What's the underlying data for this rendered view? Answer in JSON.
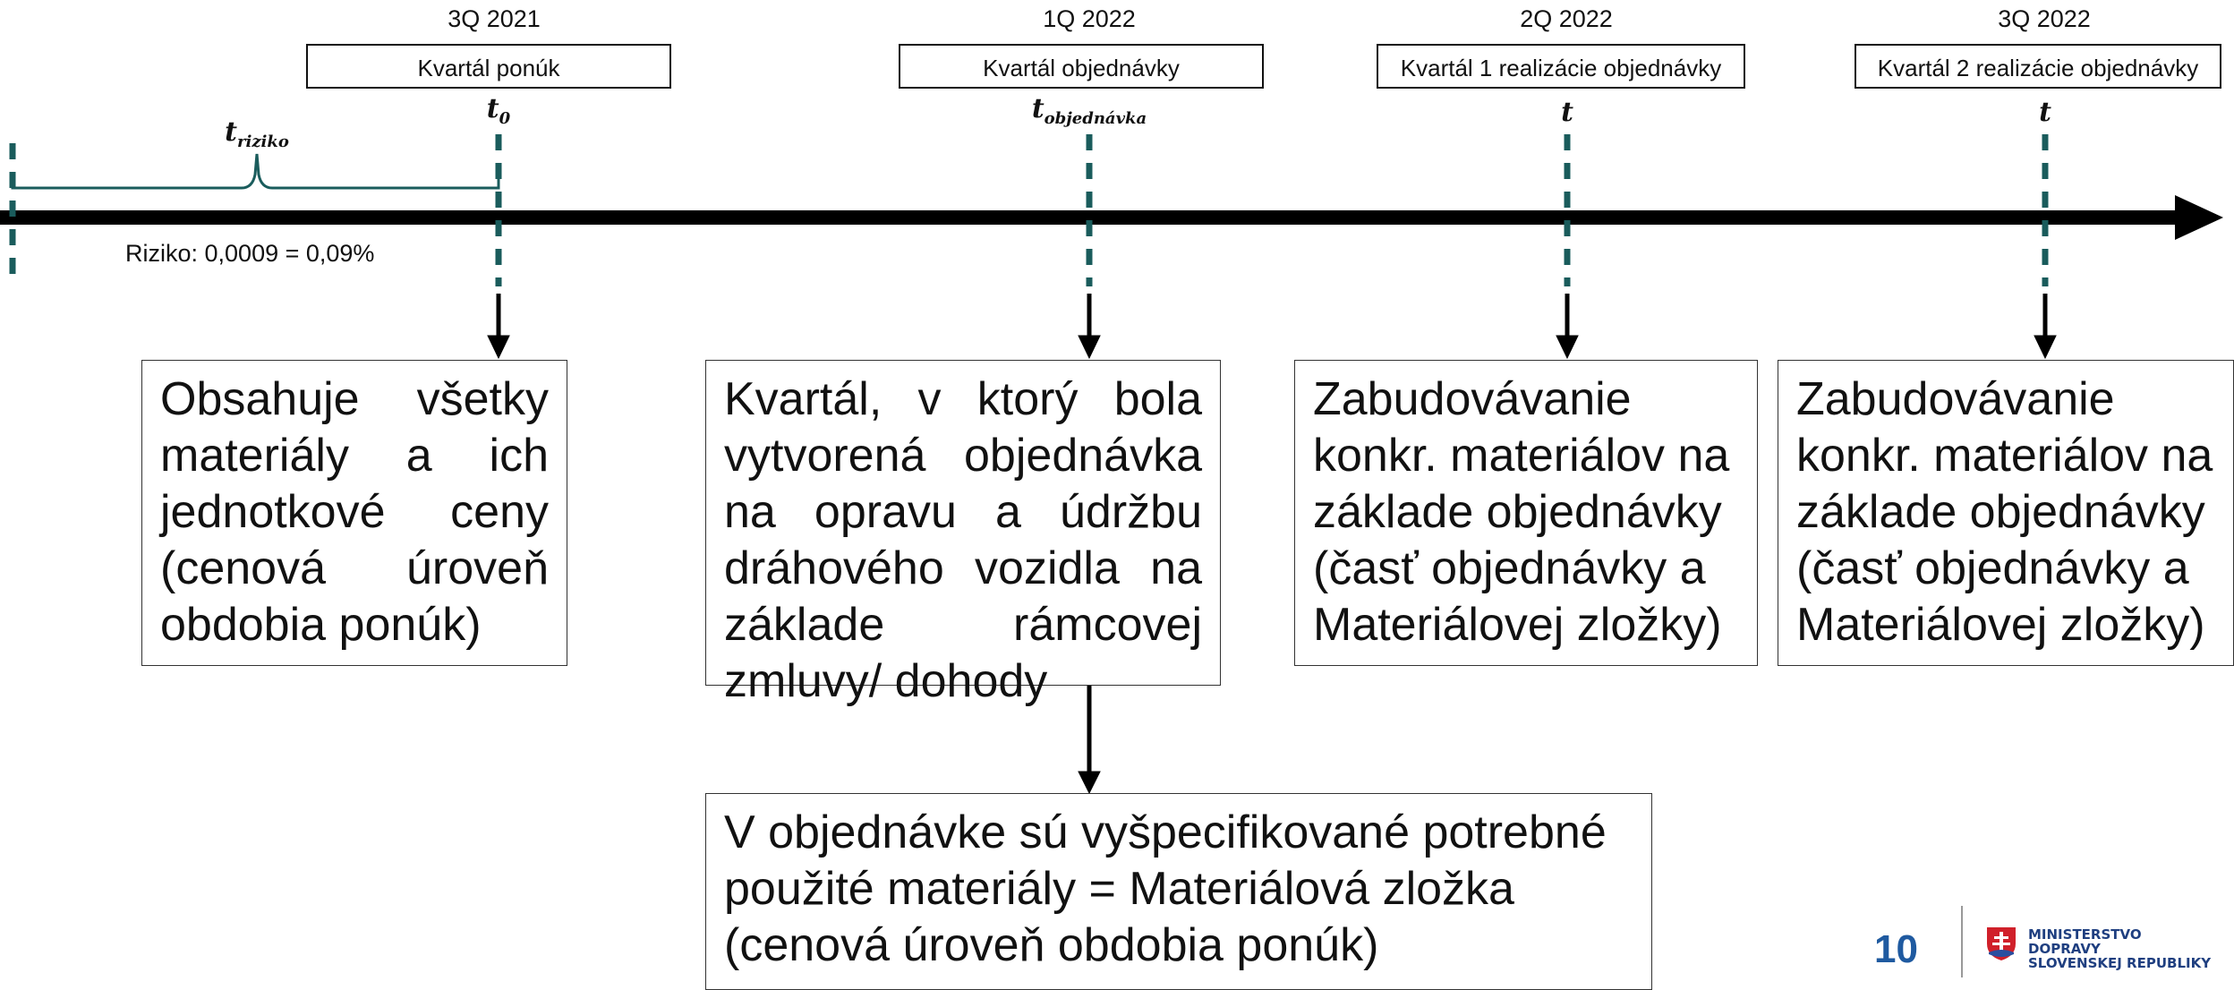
{
  "quarters": [
    {
      "period": "3Q 2021",
      "box": "Kvartál ponúk",
      "symbol": "t",
      "subscript": "0"
    },
    {
      "period": "1Q 2022",
      "box": "Kvartál objednávky",
      "symbol": "t",
      "subscript": "objednávka"
    },
    {
      "period": "2Q 2022",
      "box": "Kvartál 1 realizácie objednávky",
      "symbol": "t",
      "subscript": ""
    },
    {
      "period": "3Q 2022",
      "box": "Kvartál 2 realizácie objednávky",
      "symbol": "t",
      "subscript": ""
    }
  ],
  "risk": {
    "symbol": "t",
    "subscript": "riziko",
    "label": "Riziko: 0,0009 = 0,09%"
  },
  "descriptions": [
    "Obsahuje všetky materiály a ich jednotkové ceny (cenová úroveň obdobia ponúk)",
    "Kvartál, v ktorý bola vytvorená objednávka na opravu a údržbu dráhového vozidla na základe rámcovej zmluvy/ dohody",
    "Zabudovávanie konkr. materiálov na základe objednávky (časť objednávky a Materiálovej zložky)",
    "Zabudovávanie konkr. materiálov na základe objednávky (časť objednávky a Materiálovej zložky)"
  ],
  "order_detail": "V objednávke sú vyšpecifikované potrebné použité materiály = Materiálová zložka (cenová úroveň obdobia ponúk)",
  "footer": {
    "page_number": "10",
    "logo_lines": [
      "MINISTERSTVO",
      "DOPRAVY",
      "SLOVENSKEJ REPUBLIKY"
    ]
  },
  "colors": {
    "marker": "#1a5c5c",
    "timeline": "#000000",
    "accent": "#1f5aa0"
  }
}
